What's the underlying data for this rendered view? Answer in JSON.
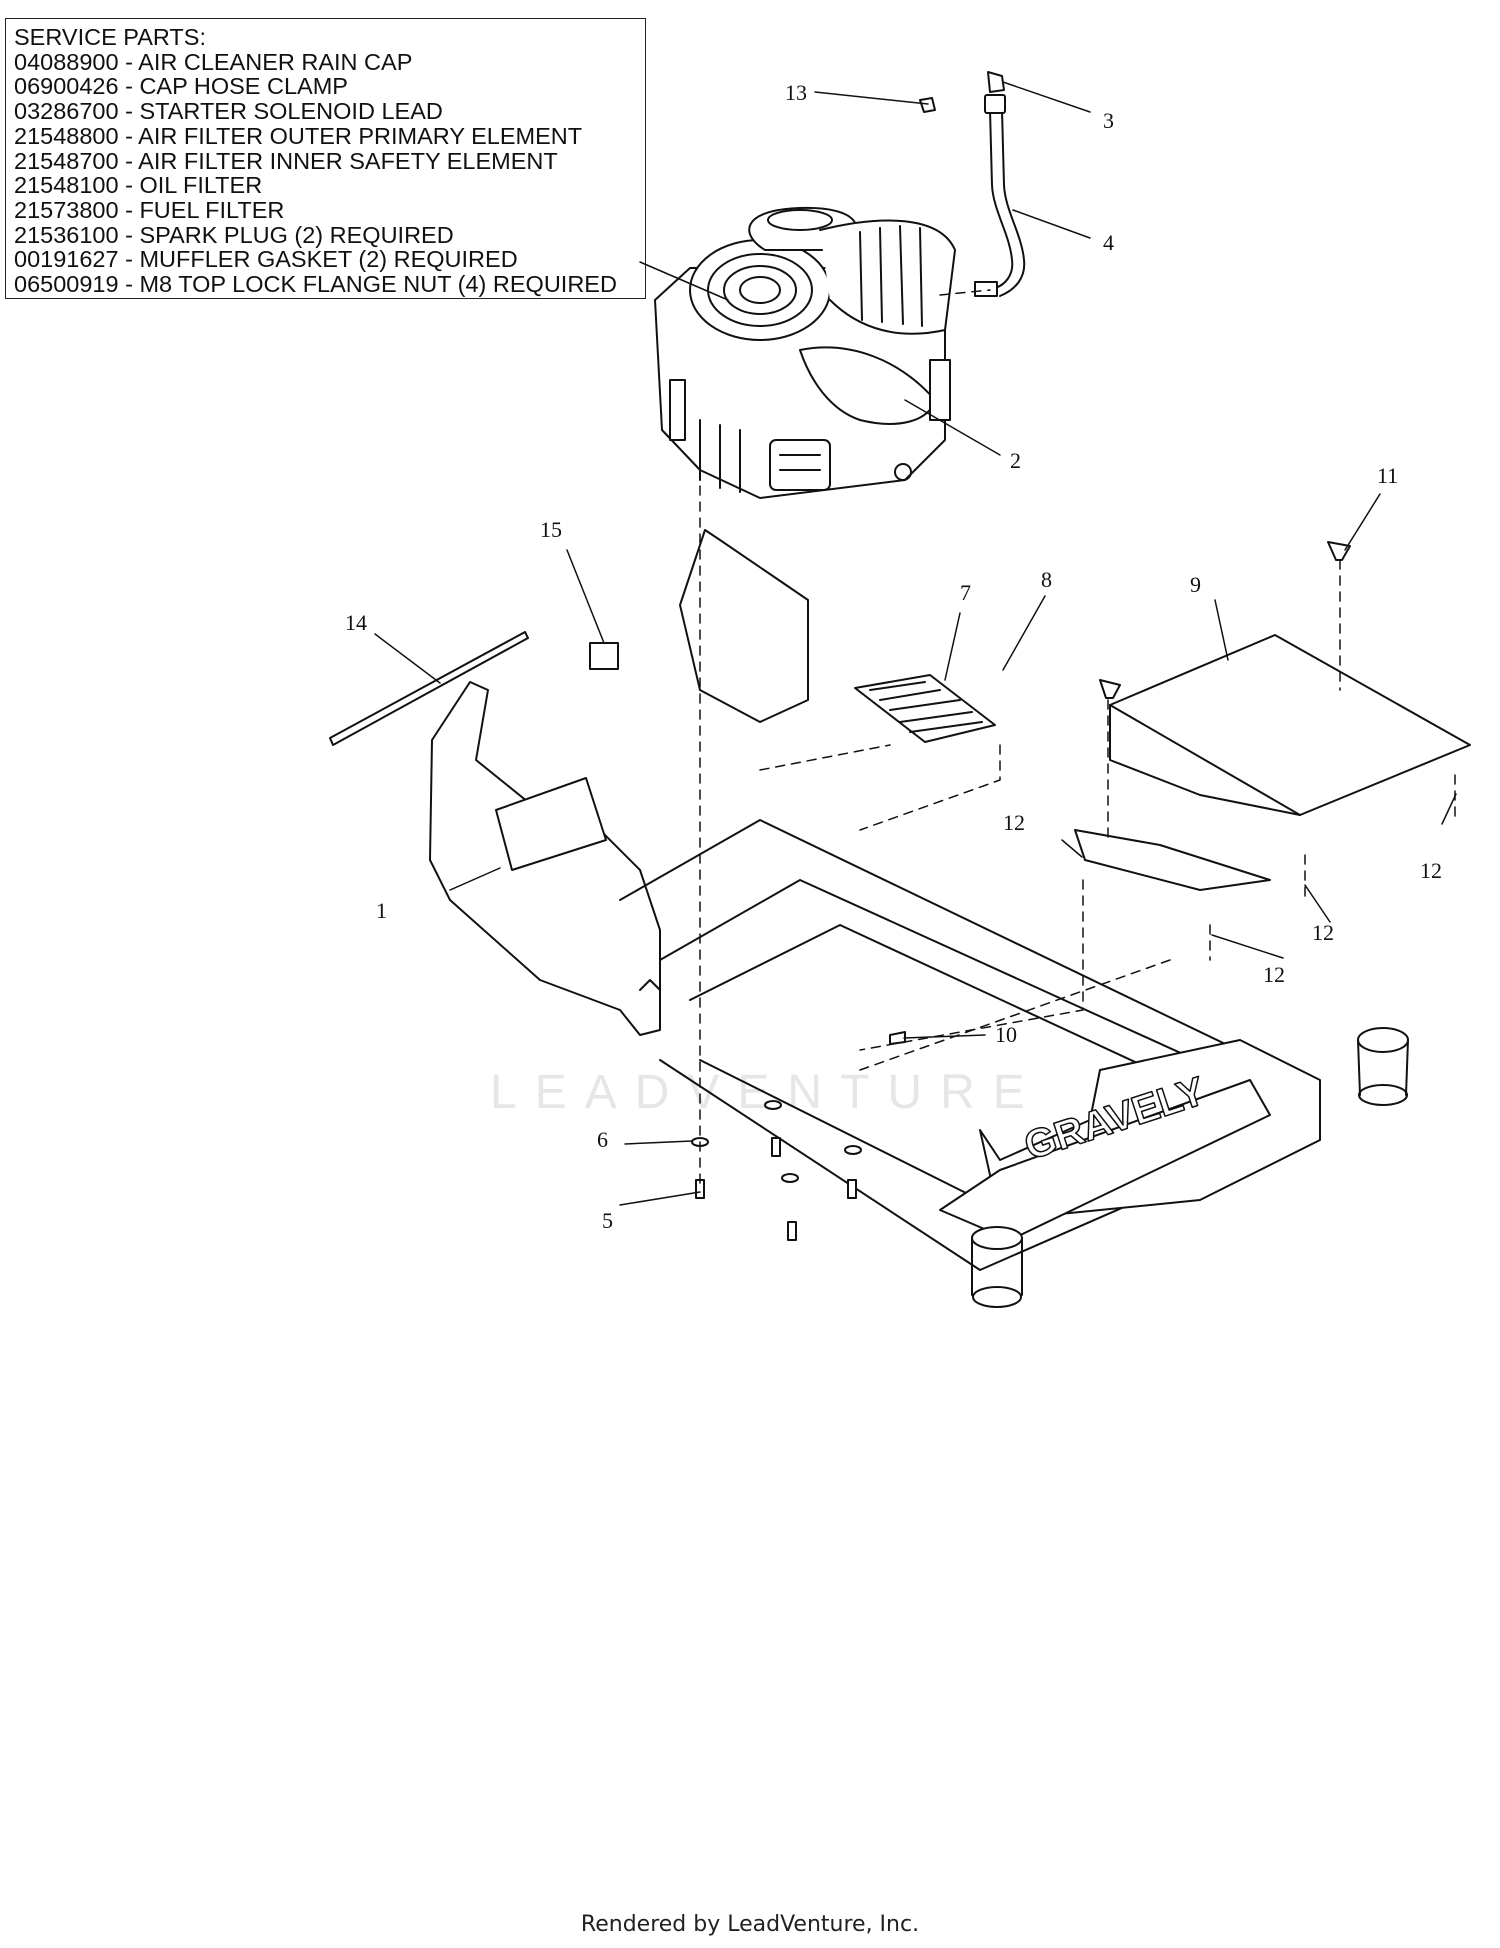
{
  "service_parts": {
    "title": "SERVICE PARTS:",
    "lines": [
      "04088900 - AIR CLEANER RAIN CAP",
      "06900426 - CAP HOSE CLAMP",
      "03286700 - STARTER SOLENOID LEAD",
      "21548800 - AIR FILTER OUTER PRIMARY ELEMENT",
      "21548700 - AIR FILTER INNER SAFETY ELEMENT",
      "21548100 - OIL FILTER",
      "21573800 - FUEL FILTER",
      "21536100 - SPARK PLUG (2) REQUIRED",
      "00191627 - MUFFLER GASKET (2) REQUIRED",
      "06500919 - M8 TOP LOCK FLANGE NUT (4) REQUIRED"
    ]
  },
  "callouts": [
    "1",
    "2",
    "3",
    "4",
    "5",
    "6",
    "7",
    "8",
    "9",
    "10",
    "11",
    "12",
    "12",
    "12",
    "12",
    "13",
    "14",
    "15"
  ],
  "frame_logo": "GRAVELY",
  "watermark": "LEADVENTURE",
  "footer": "Rendered by LeadVenture, Inc."
}
